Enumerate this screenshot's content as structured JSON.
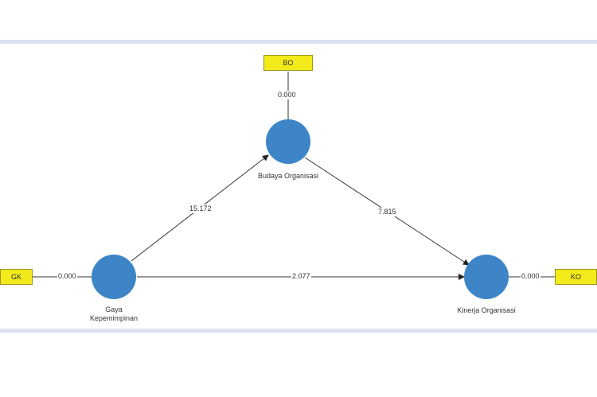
{
  "constructs": {
    "budaya": {
      "label": "Budaya Organisasi"
    },
    "gaya": {
      "label_line1": "Gaya",
      "label_line2": "Kepemimpinan"
    },
    "kinerja": {
      "label": "Kinerja Organisasi"
    }
  },
  "indicators": {
    "bo": {
      "label": "BO",
      "loading": "0.000"
    },
    "gk": {
      "label": "GK",
      "loading": "0.000"
    },
    "ko": {
      "label": "KO",
      "loading": "0.000"
    }
  },
  "paths": {
    "gaya_to_budaya": "15.172",
    "budaya_to_kinerja": "7.815",
    "gaya_to_kinerja": "2.077"
  },
  "colors": {
    "construct_fill": "#3d85c6",
    "indicator_fill": "#f3ea1b",
    "line": "#333333",
    "frame": "#dde1ee"
  }
}
